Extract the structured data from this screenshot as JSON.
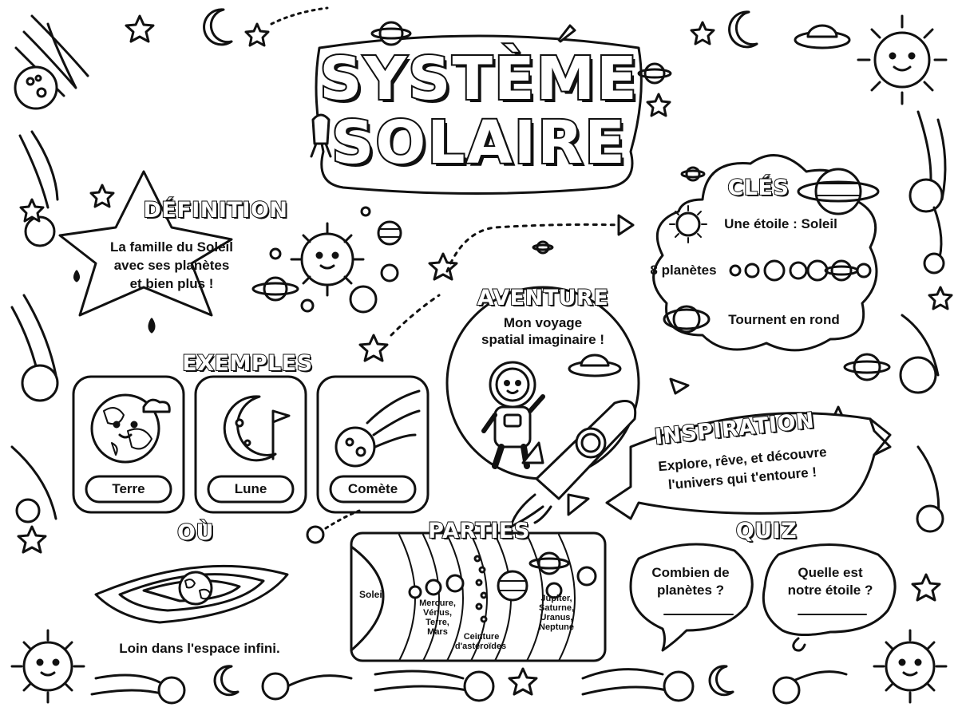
{
  "title": {
    "line1": "SYSTÈME",
    "line2": "SOLAIRE"
  },
  "definition": {
    "heading": "DÉFINITION",
    "line1": "La famille du Soleil",
    "line2": "avec ses planètes",
    "line3": "et bien plus !"
  },
  "examples": {
    "heading": "EXEMPLES",
    "items": [
      {
        "label": "Terre",
        "icon": "earth-icon"
      },
      {
        "label": "Lune",
        "icon": "moon-icon"
      },
      {
        "label": "Comète",
        "icon": "comet-icon"
      }
    ]
  },
  "where": {
    "heading": "OÙ",
    "text": "Loin dans l'espace infini."
  },
  "adventure": {
    "heading": "AVENTURE",
    "line1": "Mon voyage",
    "line2": "spatial imaginaire !"
  },
  "keys": {
    "heading": "CLÉS",
    "star": "Une étoile : Soleil",
    "planets": "8 planètes",
    "orbit": "Tournent en rond"
  },
  "inspiration": {
    "heading": "INSPIRATION",
    "line1": "Explore, rêve, et découvre",
    "line2": "l'univers qui t'entoure !"
  },
  "parts": {
    "heading": "PARTIES",
    "sun": "Soleil",
    "inner": [
      "Mercure,",
      "Vénus,",
      "Terre,",
      "Mars"
    ],
    "belt": [
      "Ceinture",
      "d'astéroïdes"
    ],
    "outer": [
      "Jupiter,",
      "Saturne,",
      "Uranus,",
      "Neptune"
    ]
  },
  "quiz": {
    "heading": "QUIZ",
    "q1": [
      "Combien de",
      "planètes ?"
    ],
    "q2": [
      "Quelle est",
      "notre étoile ?"
    ]
  },
  "colors": {
    "ink": "#111111",
    "paper": "#ffffff"
  }
}
